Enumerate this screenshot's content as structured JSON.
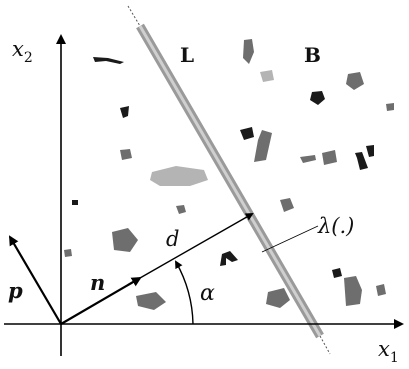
{
  "labels": {
    "x2": "x",
    "x2_sub": "2",
    "x1": "x",
    "x1_sub": "1",
    "line": "L",
    "region": "B",
    "distance": "d",
    "angle": "α",
    "normal": "n",
    "perpendicular": "p",
    "lambda": "λ(.)"
  },
  "colors": {
    "axis": "#000000",
    "line_band": "#9a9a9a",
    "line_core": "#c8c8c8",
    "blob_dark": "#1a1a1a",
    "blob_mid": "#6e6e6e",
    "blob_light": "#b4b4b4"
  }
}
